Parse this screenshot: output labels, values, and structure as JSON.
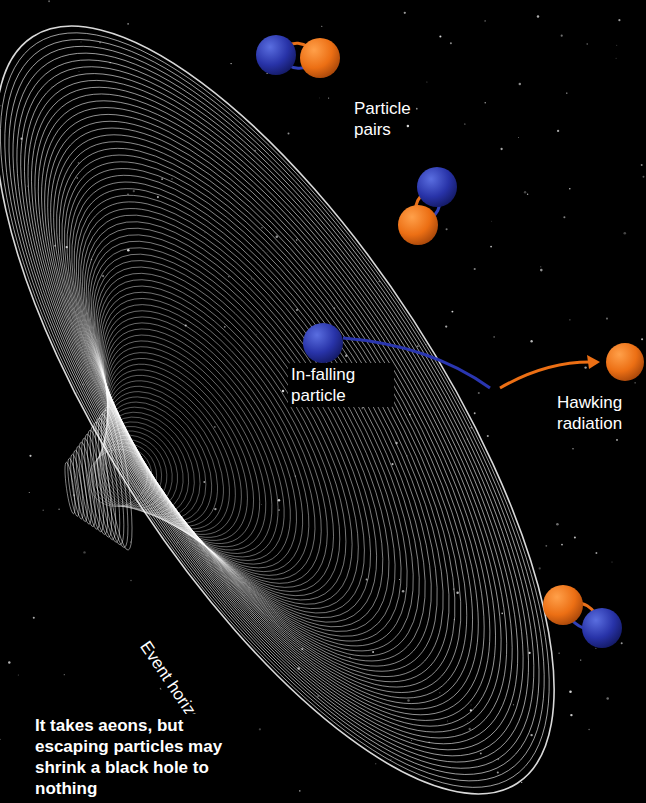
{
  "diagram": {
    "caption": "It takes aeons, but escaping particles may shrink a black hole to nothing",
    "labels": [
      "Particle pairs",
      "In-falling particle",
      "Hawking radiation",
      "Event horizon"
    ]
  }
}
